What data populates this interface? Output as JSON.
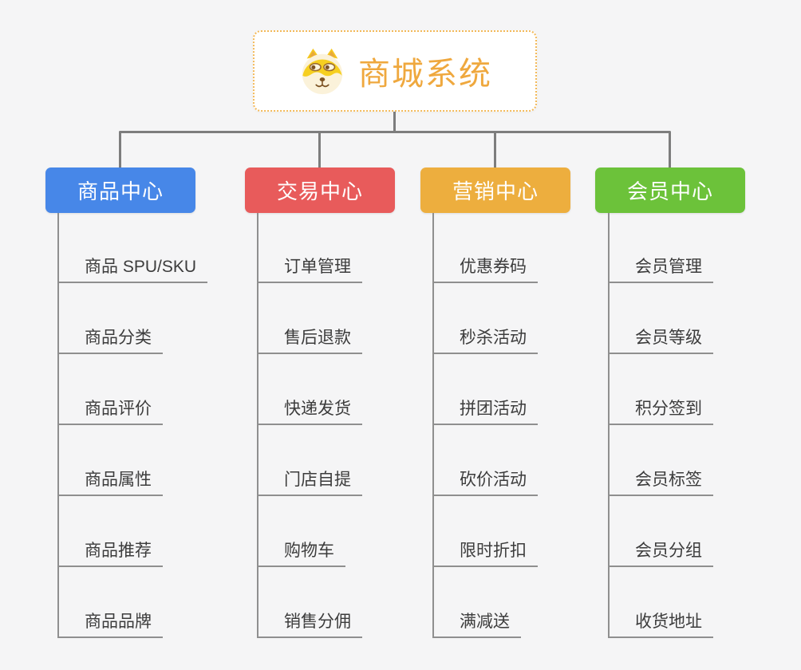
{
  "page": {
    "background_color": "#f5f5f6",
    "connector_color": "#7d7d7d",
    "leaf_line_color": "#8f8f8f",
    "leaf_text_color": "#3c3c3c"
  },
  "root": {
    "title": "商城系统",
    "icon": "shiba-dog-icon",
    "text_color": "#efa83e",
    "border_color": "#f3b959"
  },
  "branches": [
    {
      "label": "商品中心",
      "color": "#4787e8",
      "items": [
        "商品 SPU/SKU",
        "商品分类",
        "商品评价",
        "商品属性",
        "商品推荐",
        "商品品牌"
      ]
    },
    {
      "label": "交易中心",
      "color": "#e85b5b",
      "items": [
        "订单管理",
        "售后退款",
        "快递发货",
        "门店自提",
        "购物车",
        "销售分佣"
      ]
    },
    {
      "label": "营销中心",
      "color": "#edae3e",
      "items": [
        "优惠券码",
        "秒杀活动",
        "拼团活动",
        "砍价活动",
        "限时折扣",
        "满减送"
      ]
    },
    {
      "label": "会员中心",
      "color": "#6cc23a",
      "items": [
        "会员管理",
        "会员等级",
        "积分签到",
        "会员标签",
        "会员分组",
        "收货地址"
      ]
    }
  ]
}
